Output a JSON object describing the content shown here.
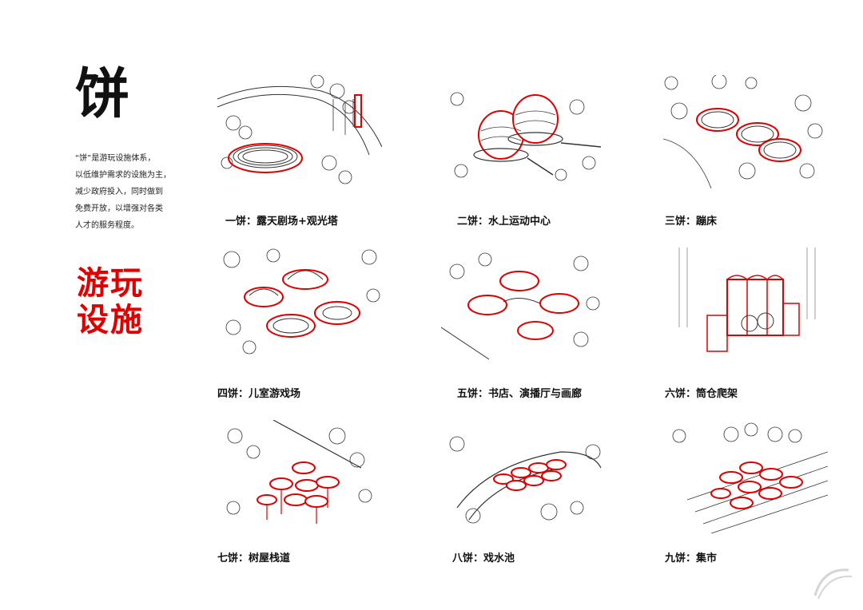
{
  "header": {
    "big_char": "饼",
    "description_lines": [
      "“饼”是游玩设施体系，",
      "以低维护需求的设施为主，",
      "减少政府投入，同时做到",
      "免费开放，以增强对各类",
      "人才的服务程度。"
    ],
    "red_title_lines": [
      "游玩",
      "设施"
    ]
  },
  "tiles": [
    {
      "caption": "一饼：露天剧场+观光塔",
      "scene": "amphitheater-icon"
    },
    {
      "caption": "二饼：水上运动中心",
      "scene": "water-sports-dome-icon"
    },
    {
      "caption": "三饼：蹦床",
      "scene": "trampoline-icon"
    },
    {
      "caption": "四饼：儿室游戏场",
      "scene": "kids-playground-icon"
    },
    {
      "caption": "五饼：书店、演播厅与画廊",
      "scene": "bookstore-gallery-icon"
    },
    {
      "caption": "六饼：筒仓爬架",
      "scene": "silo-climbing-frame-icon"
    },
    {
      "caption": "七饼：树屋栈道",
      "scene": "treehouse-boardwalk-icon"
    },
    {
      "caption": "八饼：戏水池",
      "scene": "splash-pool-icon"
    },
    {
      "caption": "九饼：集市",
      "scene": "market-icon"
    }
  ],
  "colors": {
    "accent": "#e00000",
    "ink": "#111111"
  }
}
